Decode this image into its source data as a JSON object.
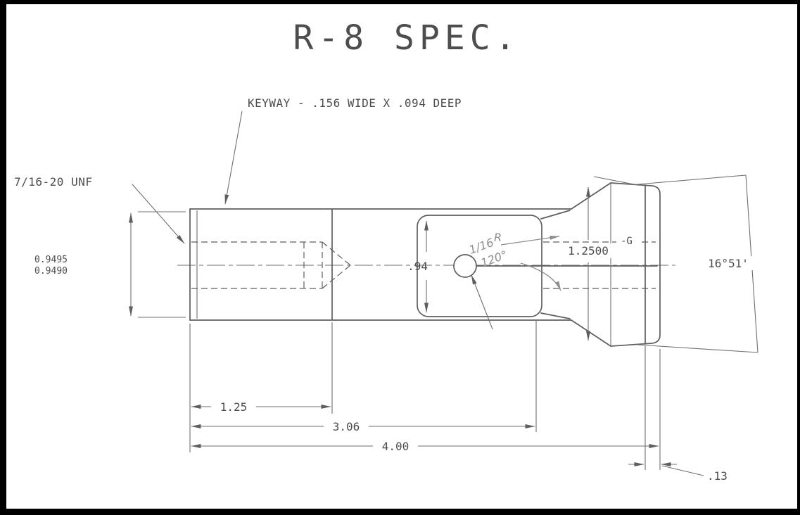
{
  "colors": {
    "background": "#ffffff",
    "frame": "#000000",
    "line": "#5e5e5e",
    "dim": "#6f6f6f",
    "text": "#4d4d4d",
    "hand": "#8d8d8d"
  },
  "title": "R-8 SPEC.",
  "notes": {
    "keyway": "KEYWAY - .156 WIDE X .094 DEEP",
    "thread": "7/16-20 UNF",
    "datum": "-G"
  },
  "handwritten": {
    "radius_fraction": "1/16",
    "radius_letter": "R",
    "slot_angle": "120°"
  },
  "dimensions": {
    "shank_dia_upper": "0.9495",
    "shank_dia_lower": "0.9490",
    "slot_section_dia": ".94",
    "head_dia": "1.2500",
    "taper_angle": "16°51'",
    "thread_length": "1.25",
    "body_length": "3.06",
    "overall_length": "4.00",
    "nose_width": ".13"
  }
}
